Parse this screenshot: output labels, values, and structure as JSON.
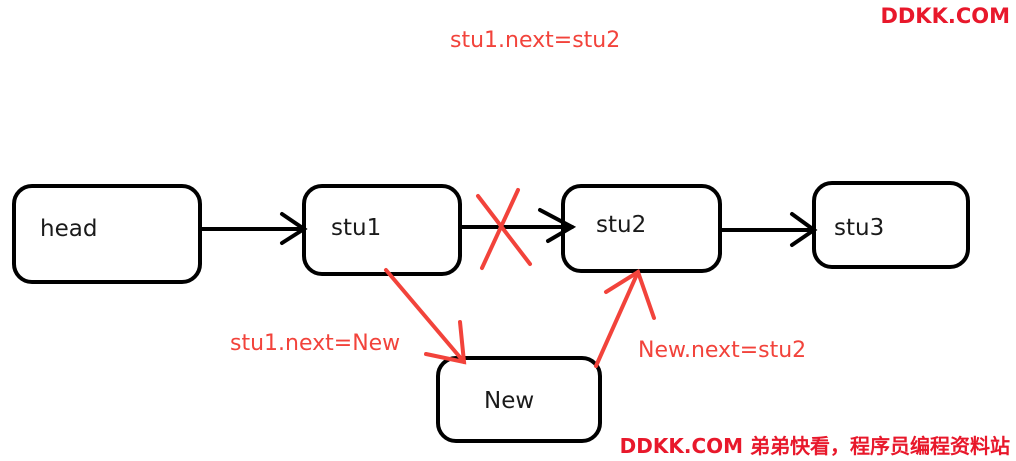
{
  "nodes": {
    "head": "head",
    "stu1": "stu1",
    "stu2": "stu2",
    "stu3": "stu3",
    "new": "New"
  },
  "labels": {
    "top_assignment": "stu1.next=stu2",
    "stu1_to_new": "stu1.next=New",
    "new_to_stu2": "New.next=stu2"
  },
  "watermark": {
    "top": "DDKK.COM",
    "bottom": "DDKK.COM 弟弟快看，程序员编程资料站"
  },
  "colors": {
    "accent_red": "#f2433b",
    "watermark_red": "#e8182b",
    "stroke": "#000000"
  }
}
